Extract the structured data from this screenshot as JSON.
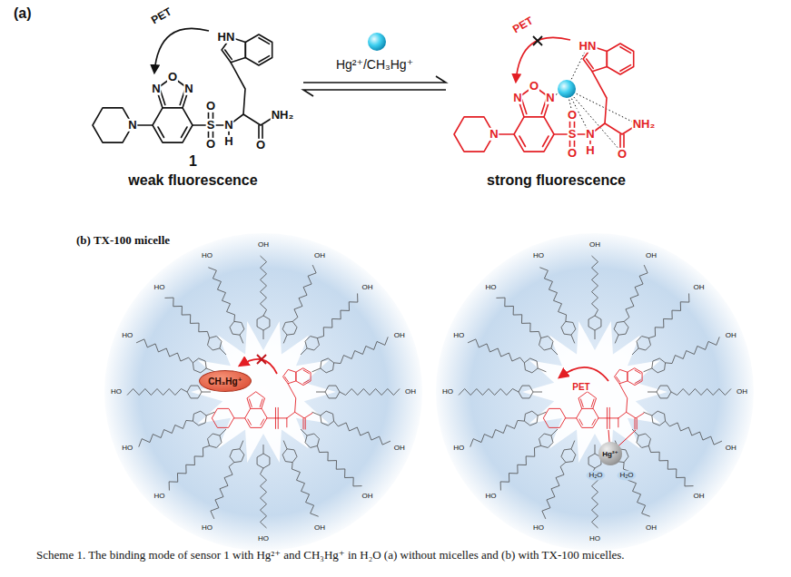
{
  "diagram": {
    "caption": "Scheme 1. The binding mode of sensor 1 with Hg²⁺ and CH₃Hg⁺ in H₂O (a) without micelles and (b) with TX-100 micelles.",
    "nodes": [
      {
        "text": [
          "1",
          "weak fluorescence"
        ]
      },
      {
        "text": [
          "strong fluorescence"
        ]
      },
      {
        "text": [
          "CH₃Hg⁺"
        ]
      },
      {
        "text": [
          "Hg²⁺"
        ]
      }
    ],
    "edges": [
      {
        "from": 0,
        "to": 1,
        "arrow": "both",
        "label": "Hg²⁺/CH₃Hg⁺"
      }
    ],
    "labels": [
      "(a)",
      "PET",
      "HN",
      "N",
      "O",
      "N",
      "N",
      "O",
      "S",
      "O",
      "N",
      "H",
      "NH₂",
      "O",
      "PET",
      "HN",
      "N",
      "O",
      "N",
      "N",
      "O",
      "S",
      "O",
      "N",
      "H",
      "NH₂",
      "O",
      "(b) TX-100 micelle",
      "OH",
      "OH",
      "OH",
      "OH",
      "OH",
      "OH",
      "OH",
      "OH",
      "HO",
      "HO",
      "HO",
      "HO",
      "HO",
      "HO",
      "HO",
      "HO",
      "OH",
      "OH",
      "OH",
      "OH",
      "OH",
      "OH",
      "OH",
      "OH",
      "HO",
      "HO",
      "HO",
      "HO",
      "HO",
      "HO",
      "HO",
      "HO",
      "PET",
      "H₂O",
      "H₂O"
    ]
  }
}
